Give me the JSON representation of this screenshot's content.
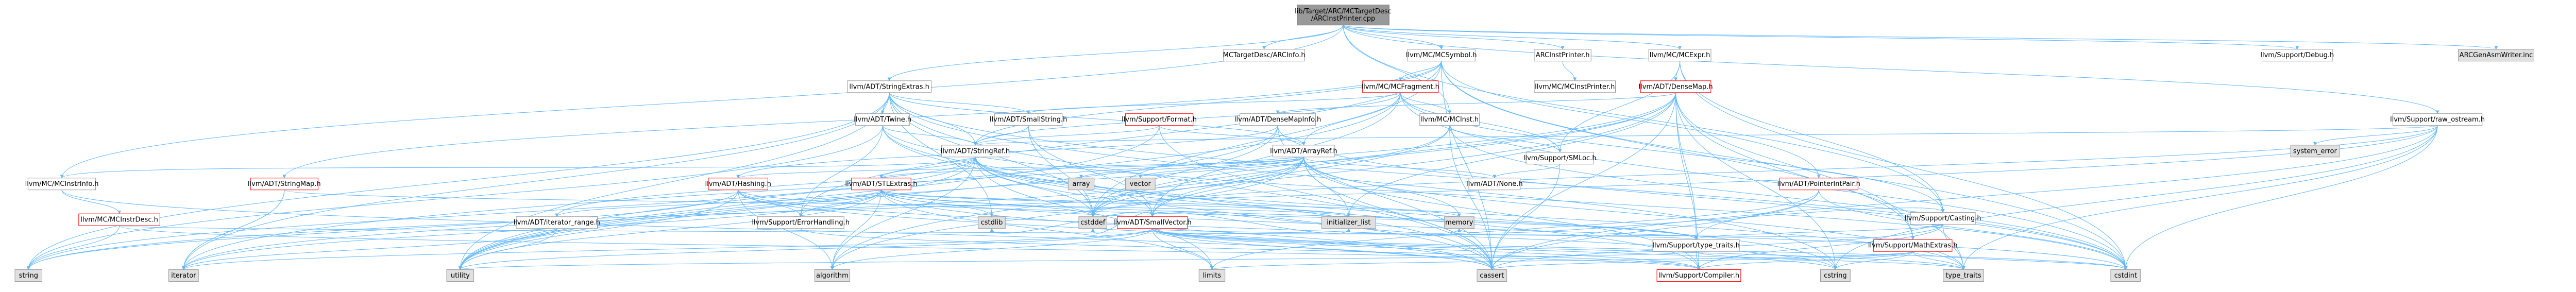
{
  "nodes": [
    {
      "id": "root",
      "lines": [
        "lib/Target/ARC/MCTargetDesc",
        "/ARCInstPrinter.cpp"
      ],
      "style": "root"
    },
    {
      "id": "mctargetdesc",
      "lines": [
        "MCTargetDesc/ARCInfo.h"
      ],
      "style": "normal"
    },
    {
      "id": "mcsymbol",
      "lines": [
        "llvm/MC/MCSymbol.h"
      ],
      "style": "normal"
    },
    {
      "id": "arcinstprinter",
      "lines": [
        "ARCInstPrinter.h"
      ],
      "style": "normal"
    },
    {
      "id": "mcexpr",
      "lines": [
        "llvm/MC/MCExpr.h"
      ],
      "style": "normal"
    },
    {
      "id": "debug",
      "lines": [
        "llvm/Support/Debug.h"
      ],
      "style": "normal"
    },
    {
      "id": "arcgenasm",
      "lines": [
        "ARCGenAsmWriter.inc"
      ],
      "style": "gray"
    },
    {
      "id": "stringextras",
      "lines": [
        "llvm/ADT/StringExtras.h"
      ],
      "style": "normal"
    },
    {
      "id": "mcfragment",
      "lines": [
        "llvm/MC/MCFragment.h"
      ],
      "style": "red"
    },
    {
      "id": "mcinstprinter",
      "lines": [
        "llvm/MC/MCInstPrinter.h"
      ],
      "style": "normal"
    },
    {
      "id": "densemap",
      "lines": [
        "llvm/ADT/DenseMap.h"
      ],
      "style": "red"
    },
    {
      "id": "rawostream",
      "lines": [
        "llvm/Support/raw_ostream.h"
      ],
      "style": "normal"
    },
    {
      "id": "twine",
      "lines": [
        "llvm/ADT/Twine.h"
      ],
      "style": "normal"
    },
    {
      "id": "smallstring",
      "lines": [
        "llvm/ADT/SmallString.h"
      ],
      "style": "normal"
    },
    {
      "id": "format",
      "lines": [
        "llvm/Support/Format.h"
      ],
      "style": "red"
    },
    {
      "id": "densemapinfo",
      "lines": [
        "llvm/ADT/DenseMapInfo.h"
      ],
      "style": "normal"
    },
    {
      "id": "mcinst",
      "lines": [
        "llvm/MC/MCInst.h"
      ],
      "style": "normal"
    },
    {
      "id": "systemerror",
      "lines": [
        "system_error"
      ],
      "style": "gray"
    },
    {
      "id": "stringref",
      "lines": [
        "llvm/ADT/StringRef.h"
      ],
      "style": "normal"
    },
    {
      "id": "arrayref",
      "lines": [
        "llvm/ADT/ArrayRef.h"
      ],
      "style": "normal"
    },
    {
      "id": "smloc",
      "lines": [
        "llvm/Support/SMLoc.h"
      ],
      "style": "normal"
    },
    {
      "id": "mcinstrinfo",
      "lines": [
        "llvm/MC/MCInstrInfo.h"
      ],
      "style": "normal"
    },
    {
      "id": "stringmap",
      "lines": [
        "llvm/ADT/StringMap.h"
      ],
      "style": "red"
    },
    {
      "id": "hashing",
      "lines": [
        "llvm/ADT/Hashing.h"
      ],
      "style": "red"
    },
    {
      "id": "stlextras",
      "lines": [
        "llvm/ADT/STLExtras.h"
      ],
      "style": "red"
    },
    {
      "id": "array",
      "lines": [
        "array"
      ],
      "style": "gray"
    },
    {
      "id": "vector",
      "lines": [
        "vector"
      ],
      "style": "gray"
    },
    {
      "id": "smallvector",
      "lines": [
        "llvm/ADT/SmallVector.h"
      ],
      "style": "red"
    },
    {
      "id": "adtnone",
      "lines": [
        "llvm/ADT/None.h"
      ],
      "style": "normal"
    },
    {
      "id": "pointerintpair",
      "lines": [
        "llvm/ADT/PointerIntPair.h"
      ],
      "style": "red"
    },
    {
      "id": "casting",
      "lines": [
        "llvm/Support/Casting.h"
      ],
      "style": "normal"
    },
    {
      "id": "mcinstrdesc",
      "lines": [
        "llvm/MC/MCInstrDesc.h"
      ],
      "style": "red"
    },
    {
      "id": "iteratorrange",
      "lines": [
        "llvm/ADT/iterator_range.h"
      ],
      "style": "normal"
    },
    {
      "id": "errorhandling",
      "lines": [
        "llvm/Support/ErrorHandling.h"
      ],
      "style": "normal"
    },
    {
      "id": "cstddef",
      "lines": [
        "cstddef"
      ],
      "style": "gray"
    },
    {
      "id": "cstdlib",
      "lines": [
        "cstdlib"
      ],
      "style": "gray"
    },
    {
      "id": "initializerlist",
      "lines": [
        "initializer_list"
      ],
      "style": "gray"
    },
    {
      "id": "memory",
      "lines": [
        "memory"
      ],
      "style": "gray"
    },
    {
      "id": "typetraits_h",
      "lines": [
        "llvm/Support/type_traits.h"
      ],
      "style": "normal"
    },
    {
      "id": "mathextras",
      "lines": [
        "llvm/Support/MathExtras.h"
      ],
      "style": "red"
    },
    {
      "id": "compiler",
      "lines": [
        "llvm/Support/Compiler.h"
      ],
      "style": "red"
    },
    {
      "id": "string",
      "lines": [
        "string"
      ],
      "style": "gray"
    },
    {
      "id": "iterator",
      "lines": [
        "iterator"
      ],
      "style": "gray"
    },
    {
      "id": "utility",
      "lines": [
        "utility"
      ],
      "style": "gray"
    },
    {
      "id": "algorithm",
      "lines": [
        "algorithm"
      ],
      "style": "gray"
    },
    {
      "id": "limits",
      "lines": [
        "limits"
      ],
      "style": "gray"
    },
    {
      "id": "cassert",
      "lines": [
        "cassert"
      ],
      "style": "gray"
    },
    {
      "id": "cstring",
      "lines": [
        "cstring"
      ],
      "style": "gray"
    },
    {
      "id": "typetraits",
      "lines": [
        "type_traits"
      ],
      "style": "gray"
    },
    {
      "id": "cstdint",
      "lines": [
        "cstdint"
      ],
      "style": "gray"
    }
  ],
  "edges": [
    [
      "root",
      "mctargetdesc"
    ],
    [
      "root",
      "mcsymbol"
    ],
    [
      "root",
      "arcinstprinter"
    ],
    [
      "root",
      "mcexpr"
    ],
    [
      "root",
      "debug"
    ],
    [
      "root",
      "arcgenasm"
    ],
    [
      "root",
      "mcinstrinfo"
    ],
    [
      "root",
      "stringextras"
    ],
    [
      "root",
      "rawostream"
    ],
    [
      "root",
      "casting"
    ],
    [
      "root",
      "mcinst"
    ],
    [
      "mcsymbol",
      "stringmap"
    ],
    [
      "mcsymbol",
      "mcfragment"
    ],
    [
      "mcsymbol",
      "pointerintpair"
    ],
    [
      "mcsymbol",
      "stringref"
    ],
    [
      "mcsymbol",
      "errorhandling"
    ],
    [
      "mcsymbol",
      "mathextras"
    ],
    [
      "mcsymbol",
      "cassert"
    ],
    [
      "mcsymbol",
      "cstddef"
    ],
    [
      "mcsymbol",
      "cstdint"
    ],
    [
      "arcinstprinter",
      "mcinstprinter"
    ],
    [
      "mcexpr",
      "densemap"
    ],
    [
      "mcexpr",
      "casting"
    ],
    [
      "mcexpr",
      "smloc"
    ],
    [
      "mcexpr",
      "cstdint"
    ],
    [
      "stringextras",
      "arrayref"
    ],
    [
      "stringextras",
      "smallstring"
    ],
    [
      "stringextras",
      "stringref"
    ],
    [
      "stringextras",
      "twine"
    ],
    [
      "stringextras",
      "cassert"
    ],
    [
      "stringextras",
      "cstddef"
    ],
    [
      "stringextras",
      "cstdint"
    ],
    [
      "stringextras",
      "cstdlib"
    ],
    [
      "stringextras",
      "cstring"
    ],
    [
      "stringextras",
      "iterator"
    ],
    [
      "stringextras",
      "string"
    ],
    [
      "stringextras",
      "utility"
    ],
    [
      "mcfragment",
      "arrayref"
    ],
    [
      "mcfragment",
      "smallstring"
    ],
    [
      "mcfragment",
      "smallvector"
    ],
    [
      "mcfragment",
      "stringref"
    ],
    [
      "mcfragment",
      "mcinst"
    ],
    [
      "mcfragment",
      "casting"
    ],
    [
      "mcfragment",
      "smloc"
    ],
    [
      "mcfragment",
      "cstdint"
    ],
    [
      "mcfragment",
      "utility"
    ],
    [
      "densemap",
      "densemapinfo"
    ],
    [
      "densemap",
      "epochtracker"
    ],
    [
      "densemap",
      "alignof"
    ],
    [
      "densemap",
      "compiler"
    ],
    [
      "densemap",
      "mathextras"
    ],
    [
      "densemap",
      "memalloc"
    ],
    [
      "densemap",
      "reverseiteration"
    ],
    [
      "densemap",
      "typetraits_h"
    ],
    [
      "densemap",
      "algorithm"
    ],
    [
      "densemap",
      "cassert"
    ],
    [
      "densemap",
      "cstddef"
    ],
    [
      "densemap",
      "cstring"
    ],
    [
      "densemap",
      "initializerlist"
    ],
    [
      "densemap",
      "iterator"
    ],
    [
      "densemap",
      "new"
    ],
    [
      "densemap",
      "typetraits"
    ],
    [
      "densemap",
      "utility"
    ],
    [
      "rawostream",
      "stringref"
    ],
    [
      "rawostream",
      "cassert"
    ],
    [
      "rawostream",
      "cstddef"
    ],
    [
      "rawostream",
      "cstdint"
    ],
    [
      "rawostream",
      "cstring"
    ],
    [
      "rawostream",
      "string"
    ],
    [
      "rawostream",
      "systemerror"
    ],
    [
      "rawostream",
      "typetraits"
    ],
    [
      "twine",
      "smallvector"
    ],
    [
      "twine",
      "stringref"
    ],
    [
      "twine",
      "errorhandling"
    ],
    [
      "twine",
      "cassert"
    ],
    [
      "twine",
      "cstdint"
    ],
    [
      "twine",
      "string"
    ],
    [
      "smallstring",
      "smallvector"
    ],
    [
      "smallstring",
      "stringref"
    ],
    [
      "smallstring",
      "cstddef"
    ],
    [
      "format",
      "arrayref"
    ],
    [
      "format",
      "stringref"
    ],
    [
      "format",
      "cassert"
    ],
    [
      "format",
      "cstdio"
    ],
    [
      "format",
      "tuple"
    ],
    [
      "format",
      "utility"
    ],
    [
      "densemapinfo",
      "hashing"
    ],
    [
      "densemapinfo",
      "cassert"
    ],
    [
      "densemapinfo",
      "cstddef"
    ],
    [
      "densemapinfo",
      "cstdint"
    ],
    [
      "densemapinfo",
      "utility"
    ],
    [
      "mcinst",
      "smallvector"
    ],
    [
      "mcinst",
      "bitcast"
    ],
    [
      "mcinst",
      "smloc"
    ],
    [
      "mcinst",
      "cassert"
    ],
    [
      "mcinst",
      "cstddef"
    ],
    [
      "mcinst",
      "cstdint"
    ],
    [
      "stringref",
      "stlextras"
    ],
    [
      "stringref",
      "iteratorrange"
    ],
    [
      "stringref",
      "compiler"
    ],
    [
      "stringref",
      "algorithm"
    ],
    [
      "stringref",
      "cassert"
    ],
    [
      "stringref",
      "cstddef"
    ],
    [
      "stringref",
      "cstring"
    ],
    [
      "stringref",
      "limits"
    ],
    [
      "stringref",
      "string"
    ],
    [
      "stringref",
      "typetraits"
    ],
    [
      "stringref",
      "utility"
    ],
    [
      "arrayref",
      "hashing"
    ],
    [
      "arrayref",
      "adtnone"
    ],
    [
      "arrayref",
      "smallvector"
    ],
    [
      "arrayref",
      "stlextras"
    ],
    [
      "arrayref",
      "compiler"
    ],
    [
      "arrayref",
      "algorithm"
    ],
    [
      "arrayref",
      "array"
    ],
    [
      "arrayref",
      "cassert"
    ],
    [
      "arrayref",
      "cstddef"
    ],
    [
      "arrayref",
      "initializerlist"
    ],
    [
      "arrayref",
      "iterator"
    ],
    [
      "arrayref",
      "memory"
    ],
    [
      "arrayref",
      "typetraits"
    ],
    [
      "arrayref",
      "vector"
    ],
    [
      "smloc",
      "adtnone"
    ],
    [
      "smloc",
      "cassert"
    ],
    [
      "mcinstrinfo",
      "stringref"
    ],
    [
      "mcinstrinfo",
      "mcinstrdesc"
    ],
    [
      "mcinstrinfo",
      "cassert"
    ],
    [
      "stringmap",
      "stringmapentry"
    ],
    [
      "stringmap",
      "iterator"
    ],
    [
      "stringmap",
      "allocatorbase"
    ],
    [
      "stringmap",
      "pointerlikeutils"
    ],
    [
      "stringmap",
      "initializerlist"
    ],
    [
      "stringmap",
      "iterator"
    ],
    [
      "hashing",
      "errorhandling"
    ],
    [
      "hashing",
      "swapbyteorder"
    ],
    [
      "hashing",
      "typetraits_h"
    ],
    [
      "hashing",
      "algorithm"
    ],
    [
      "hashing",
      "cassert"
    ],
    [
      "hashing",
      "cstring"
    ],
    [
      "hashing",
      "string"
    ],
    [
      "hashing",
      "tuple"
    ],
    [
      "hashing",
      "utility"
    ],
    [
      "stlextras",
      "iteratorrange"
    ],
    [
      "stlextras",
      "errorhandling"
    ],
    [
      "stlextras",
      "typetraits_h"
    ],
    [
      "stlextras",
      "algorithm"
    ],
    [
      "stlextras",
      "cassert"
    ],
    [
      "stlextras",
      "cstddef"
    ],
    [
      "stlextras",
      "cstdint"
    ],
    [
      "stlextras",
      "cstdlib"
    ],
    [
      "stlextras",
      "initializerlist"
    ],
    [
      "stlextras",
      "iterator"
    ],
    [
      "stlextras",
      "limits"
    ],
    [
      "stlextras",
      "memory"
    ],
    [
      "stlextras",
      "utility"
    ],
    [
      "smallvector",
      "compiler"
    ],
    [
      "smallvector",
      "typetraits_h"
    ],
    [
      "smallvector",
      "algorithm"
    ],
    [
      "smallvector",
      "cassert"
    ],
    [
      "smallvector",
      "cstddef"
    ],
    [
      "smallvector",
      "cstdint"
    ],
    [
      "smallvector",
      "cstdlib"
    ],
    [
      "smallvector",
      "cstring"
    ],
    [
      "smallvector",
      "initializerlist"
    ],
    [
      "smallvector",
      "iterator"
    ],
    [
      "smallvector",
      "limits"
    ],
    [
      "smallvector",
      "memory"
    ],
    [
      "smallvector",
      "typetraits"
    ],
    [
      "smallvector",
      "utility"
    ],
    [
      "pointerintpair",
      "pointerlikeutils"
    ],
    [
      "pointerintpair",
      "typetraits_h"
    ],
    [
      "pointerintpair",
      "cassert"
    ],
    [
      "pointerintpair",
      "cstdint"
    ],
    [
      "pointerintpair",
      "limits"
    ],
    [
      "casting",
      "compiler"
    ],
    [
      "casting",
      "typetraits_h"
    ],
    [
      "casting",
      "cassert"
    ],
    [
      "casting",
      "memory"
    ],
    [
      "casting",
      "typetraits"
    ],
    [
      "mcinstrdesc",
      "compiler"
    ],
    [
      "mcinstrdesc",
      "mathextras"
    ],
    [
      "mcinstrdesc",
      "string"
    ],
    [
      "iteratorrange",
      "iterator"
    ],
    [
      "iteratorrange",
      "utility"
    ],
    [
      "errorhandling",
      "compiler"
    ],
    [
      "typetraits_h",
      "compiler"
    ],
    [
      "typetraits_h",
      "typetraits"
    ],
    [
      "typetraits_h",
      "utility"
    ],
    [
      "mathextras",
      "compiler"
    ],
    [
      "mathextras",
      "cassert"
    ],
    [
      "mathextras",
      "climits"
    ],
    [
      "mathextras",
      "cmath"
    ],
    [
      "mathextras",
      "cstdint"
    ],
    [
      "mathextras",
      "cstring"
    ],
    [
      "mathextras",
      "limits"
    ],
    [
      "mathextras",
      "typetraits"
    ]
  ]
}
